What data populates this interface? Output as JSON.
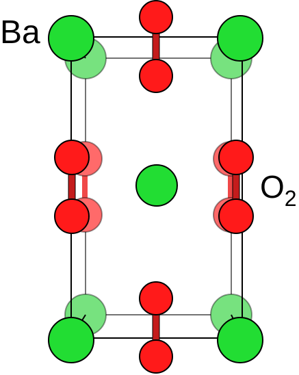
{
  "labels": {
    "ba": "Ba",
    "o2_main": "O",
    "o2_sub": "2"
  },
  "colors": {
    "ba_atom": "#22dd33",
    "ba_atom_back": "#77e27f",
    "o_atom": "#ff1a1a",
    "o_atom_back": "#ff6a6a",
    "bond": "#c41c1c",
    "cell_edge": "#000000"
  }
}
